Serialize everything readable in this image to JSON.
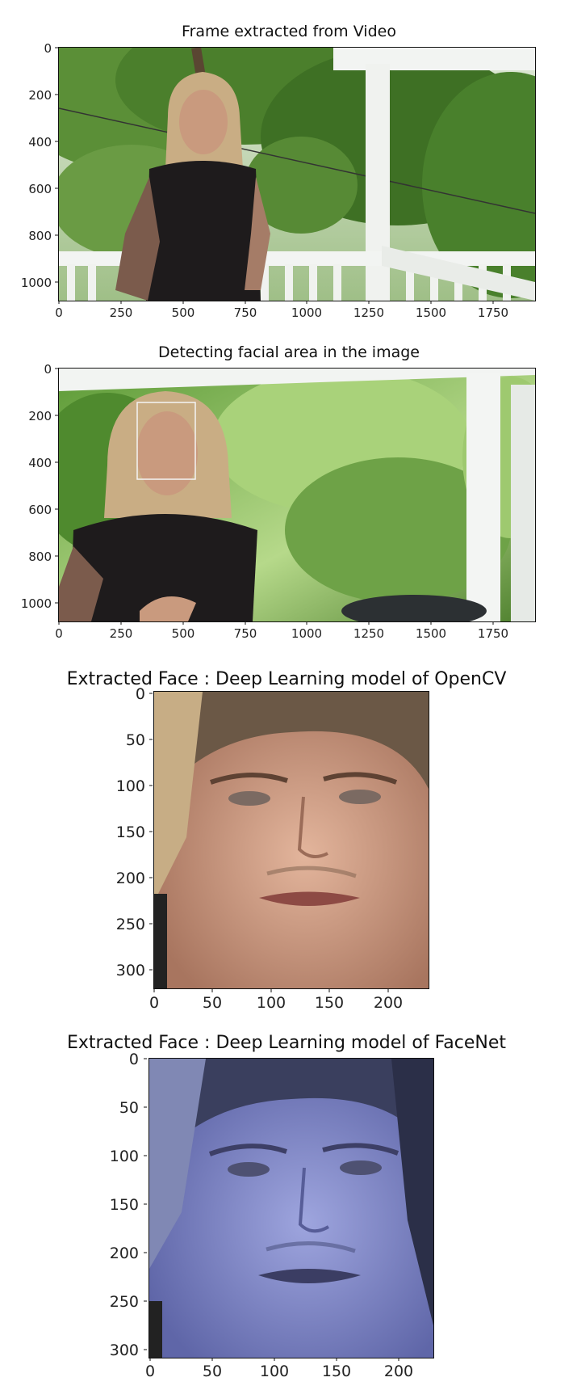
{
  "panels": [
    {
      "title": "Frame extracted from Video",
      "image": "man-on-porch-frame",
      "x_ticks": [
        "0",
        "250",
        "500",
        "750",
        "1000",
        "1250",
        "1500",
        "1750"
      ],
      "y_ticks": [
        "0",
        "200",
        "400",
        "600",
        "800",
        "1000"
      ]
    },
    {
      "title": "Detecting facial area in the image",
      "image": "man-on-porch-frame-with-face-box",
      "x_ticks": [
        "0",
        "250",
        "500",
        "750",
        "1000",
        "1250",
        "1500",
        "1750"
      ],
      "y_ticks": [
        "0",
        "200",
        "400",
        "600",
        "800",
        "1000"
      ]
    },
    {
      "title": "Extracted Face : Deep Learning model of OpenCV",
      "image": "cropped-face",
      "x_ticks": [
        "0",
        "50",
        "100",
        "150",
        "200"
      ],
      "y_ticks": [
        "0",
        "50",
        "100",
        "150",
        "200",
        "250",
        "300"
      ]
    },
    {
      "title": "Extracted Face : Deep Learning model of FaceNet",
      "image": "cropped-face-blue-tinted",
      "x_ticks": [
        "0",
        "50",
        "100",
        "150",
        "200"
      ],
      "y_ticks": [
        "0",
        "50",
        "100",
        "150",
        "200",
        "250",
        "300"
      ]
    }
  ],
  "colors": {
    "foliage": "#4f8a2e",
    "porch": "#f2f4f2",
    "shirt": "#1e1b1c",
    "hair": "#c9ad84",
    "skin": "#c99a7e",
    "face_box": "#f4f4f4",
    "facenet_tint": "#7f87c9"
  }
}
